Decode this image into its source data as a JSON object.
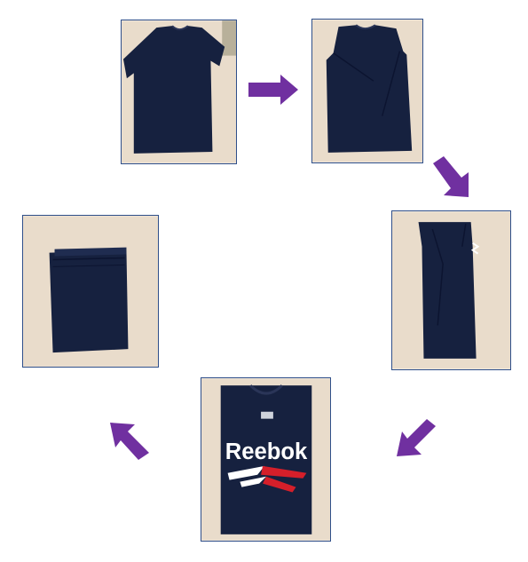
{
  "diagram": {
    "steps": [
      {
        "id": "step-1-flat-shirt"
      },
      {
        "id": "step-2-sleeves-folded"
      },
      {
        "id": "step-3-side-folded"
      },
      {
        "id": "step-4-folded-front"
      },
      {
        "id": "step-5-folded-stack"
      }
    ],
    "photo_logo_text": "Reebok"
  },
  "colors": {
    "arrow": "#7030a0",
    "photo_border": "#2f4f8a",
    "table": "#e9dccb",
    "shirt": "#16213f",
    "logo_red": "#d51f2a"
  }
}
